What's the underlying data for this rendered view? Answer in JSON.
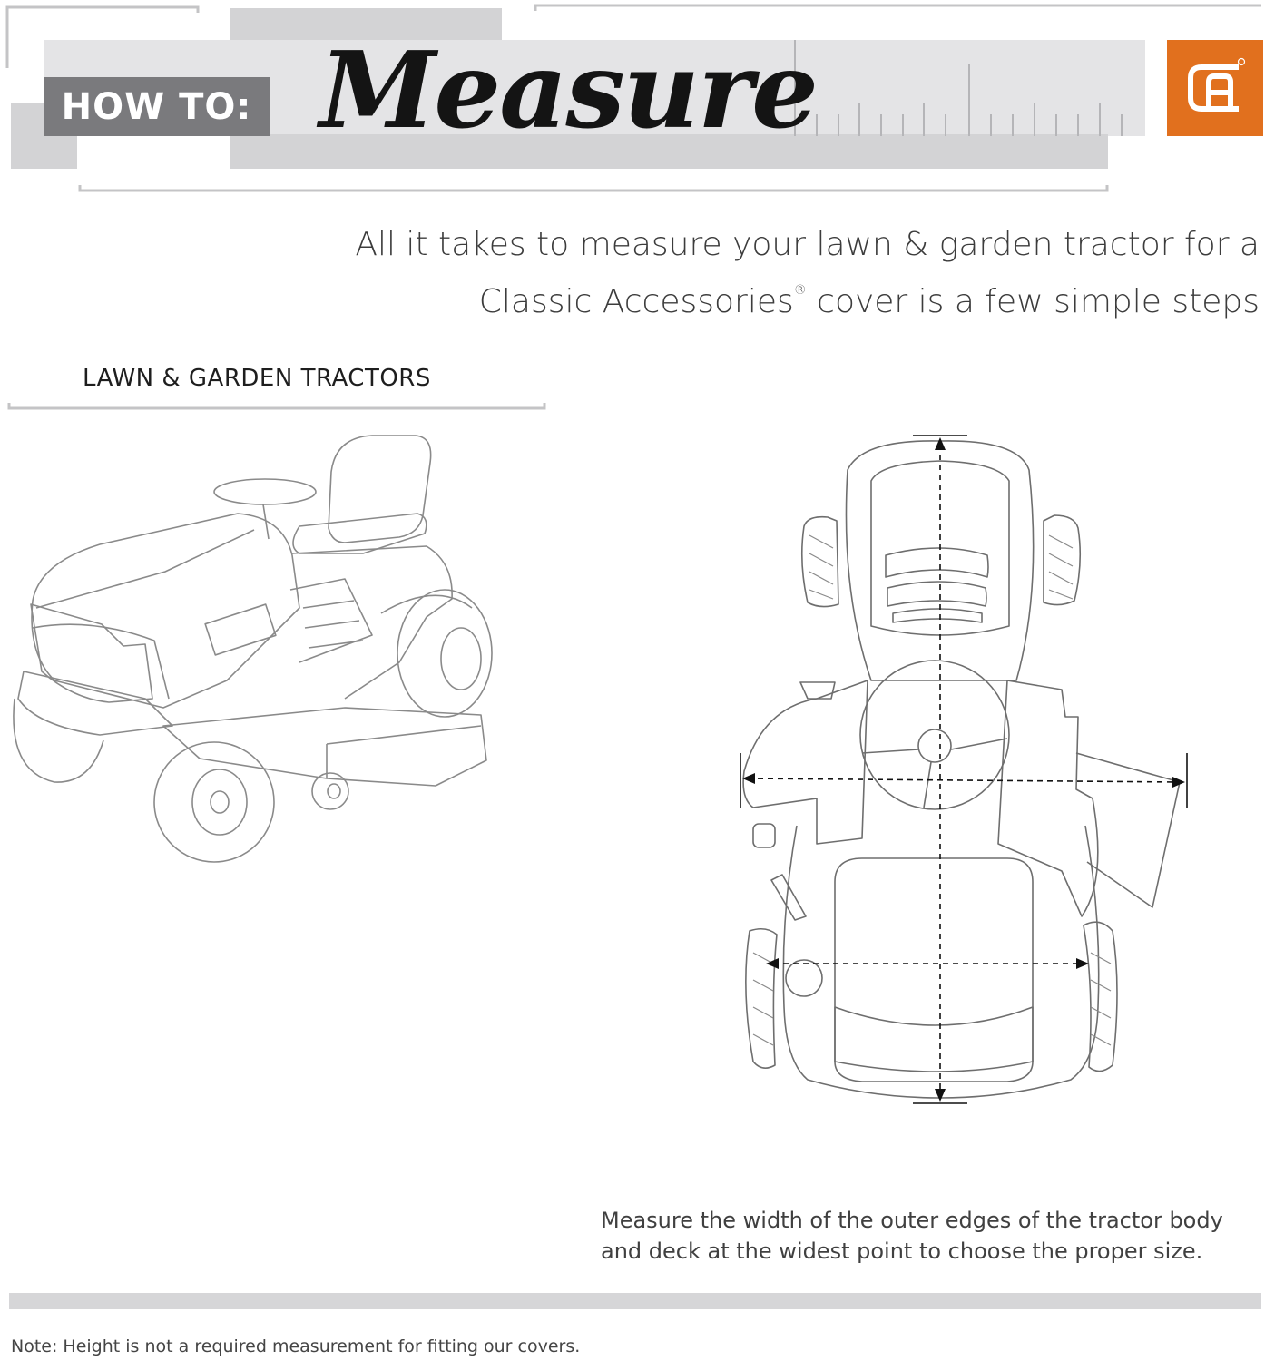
{
  "header": {
    "badge_label": "HOW TO:",
    "title": "Measure",
    "brand_color": "#e1701e",
    "logo_icon": "ca-monogram-icon"
  },
  "subtitle": {
    "line1": "All it takes to measure your lawn & garden tractor for a",
    "line2_start": "Classic Accessories",
    "line2_mark": "®",
    "line2_end": " cover is a few simple steps"
  },
  "section": {
    "heading": "LAWN & GARDEN TRACTORS"
  },
  "illustrations": {
    "side_view_icon": "riding-tractor-side-view-icon",
    "top_view_icon": "riding-tractor-top-view-icon"
  },
  "instructions": {
    "line1": "Measure the width of the outer edges of the tractor body",
    "line2": "and deck at the widest point to choose the proper size."
  },
  "footer": {
    "note": "Note: Height is not a required measurement for fitting our covers."
  }
}
